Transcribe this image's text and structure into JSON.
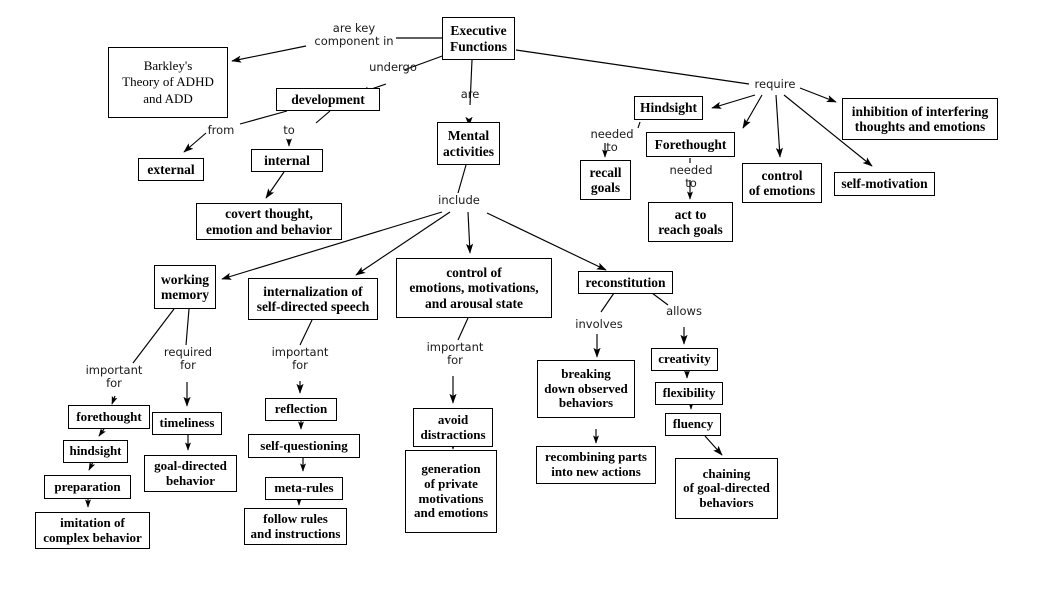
{
  "title": "Barkley's Theory of ADHD - Executive Functions Concept Map",
  "nodes": {
    "executive_functions": "Executive\nFunctions",
    "barkley_theory": "Barkley's\nTheory of ADHD\nand ADD",
    "development": "development",
    "external": "external",
    "internal": "internal",
    "covert_thought": "covert thought,\nemotion and behavior",
    "mental_activities": "Mental\nactivities",
    "hindsight_top": "Hindsight",
    "forethought_top": "Forethought",
    "recall_goals": "recall\ngoals",
    "act_to_reach_goals": "act to\nreach goals",
    "control_of_emotions": "control\nof emotions",
    "inhibition": "inhibition of interfering\nthoughts and emotions",
    "self_motivation": "self-motivation",
    "working_memory": "working\nmemory",
    "internalization": "internalization of\nself-directed speech",
    "control_emotions_motivations": "control of\nemotions, motivations,\nand arousal state",
    "reconstitution": "reconstitution",
    "forethought_wm": "forethought",
    "hindsight_wm": "hindsight",
    "preparation": "preparation",
    "imitation": "imitation of\ncomplex behavior",
    "timeliness": "timeliness",
    "goal_directed_behavior": "goal-directed\nbehavior",
    "reflection": "reflection",
    "self_questioning": "self-questioning",
    "meta_rules": "meta-rules",
    "follow_rules": "follow rules\nand instructions",
    "avoid_distractions": "avoid\ndistractions",
    "generation_private": "generation\nof private\nmotivations\nand emotions",
    "breaking_down": "breaking\ndown observed\nbehaviors",
    "recombining": "recombining parts\ninto new actions",
    "creativity": "creativity",
    "flexibility": "flexibility",
    "fluency": "fluency",
    "chaining": "chaining\nof goal-directed\nbehaviors"
  },
  "link_labels": {
    "are_key_component_in": "are key\ncomponent in",
    "undergo": "undergo",
    "are": "are",
    "require": "require",
    "from": "from",
    "to": "to",
    "include": "include",
    "needed_to_recall": "needed to",
    "needed_to_act": "needed to",
    "important_for_wm": "important\nfor",
    "required_for": "required\nfor",
    "important_for_speech": "important\nfor",
    "important_for_control": "important\nfor",
    "involves": "involves",
    "allows": "allows"
  },
  "colors": {
    "background": "#ffffff",
    "stroke": "#000000",
    "text": "#000000",
    "label_text": "#1a1a1a"
  }
}
